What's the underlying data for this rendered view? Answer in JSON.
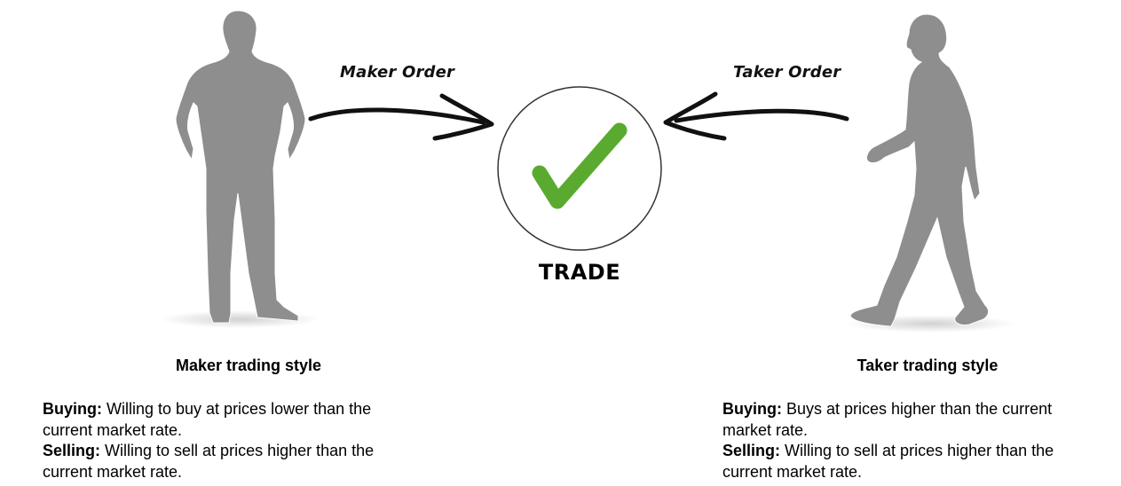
{
  "arrows": {
    "maker_label": "Maker Order",
    "taker_label": "Taker Order"
  },
  "center": {
    "label": "TRADE",
    "check_color": "#5aaa2f",
    "circle_stroke": "#333333"
  },
  "figures": {
    "silhouette_color": "#8e8e8e",
    "outline_color": "#ffffff"
  },
  "maker": {
    "title": "Maker trading style",
    "buying_label": "Buying:",
    "buying_text": " Willing to buy at prices lower than the current market rate.",
    "selling_label": "Selling:",
    "selling_text": " Willing to sell at prices higher than the current market rate."
  },
  "taker": {
    "title": "Taker trading style",
    "buying_label": "Buying:",
    "buying_text": " Buys at prices higher than the current market rate.",
    "selling_label": "Selling:",
    "selling_text": " Willing to sell at prices higher than the current market rate."
  }
}
